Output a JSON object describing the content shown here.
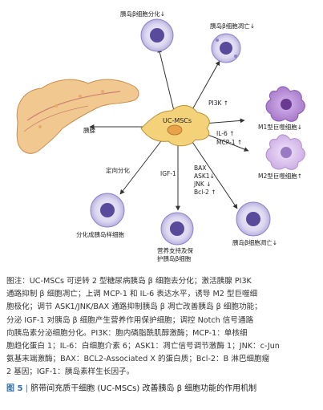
{
  "figure": {
    "center_label": "UC-MSCs",
    "organ_label": "胰腺",
    "labels": {
      "top": "胰岛β细胞分化↓",
      "top_right": "胰岛β细胞凋亡↓",
      "pi3k": "PI3K ↑",
      "il6": "IL-6 ↑",
      "mcp1": "MCP-1 ↑",
      "m1": "M1型巨噬细胞↓",
      "m2": "M2型巨噬细胞↑",
      "directed": "定向分化",
      "igf1": "IGF-1",
      "bax": "BAX",
      "ask1": "ASK1↓",
      "jnk": "JNK ↓",
      "bcl2": "Bcl-2 ↑",
      "left_bottom": "分化成胰岛样细胞",
      "mid_bottom_1": "营养支持及保",
      "mid_bottom_2": "护胰岛β细胞",
      "right_bottom": "胰岛β细胞凋亡↓"
    }
  },
  "note": {
    "lines": [
      "图注：UC-MSCs 可逆转 2 型糖尿病胰岛 β 细胞去分化；激活胰腺 PI3K",
      "通路抑制 β 细胞凋亡；上调 MCP-1 和 IL-6 表达水平，诱导 M2 型巨噬细",
      "胞极化；调节 ASK1/JNK/BAX 通路抑制胰岛 β 凋亡改善胰岛 β 细胞功能；",
      "分泌 IGF-1 对胰岛 β 细胞产生营养作用保护细胞；调控 Notch 信号通路",
      "向胰岛素分泌细胞分化。PI3K：胞内磷脂酰肌醇激酶；MCP-1：单核细",
      "胞趋化蛋白 1；IL-6：白细胞介素 6；ASK1：凋亡信号调节激酶 1；JNK：c-Jun",
      "氨基末端激酶；BAX：BCL2-Associated X 的蛋白质；Bcl-2：B 淋巴细胞瘤",
      "2 基因；IGF-1：胰岛素样生长因子。"
    ]
  },
  "caption": {
    "label": "图 5",
    "text": "脐带间充质干细胞 (UC-MSCs) 改善胰岛 β 细胞功能的作用机制"
  },
  "colors": {
    "cell_purple": "#5a4a9c",
    "cell_ring": "#c8c2e6",
    "pancreas": "#f0c890",
    "msc": "#f3d27a",
    "m1": "#b98fd6",
    "caption_blue": "#2f6ea8"
  }
}
